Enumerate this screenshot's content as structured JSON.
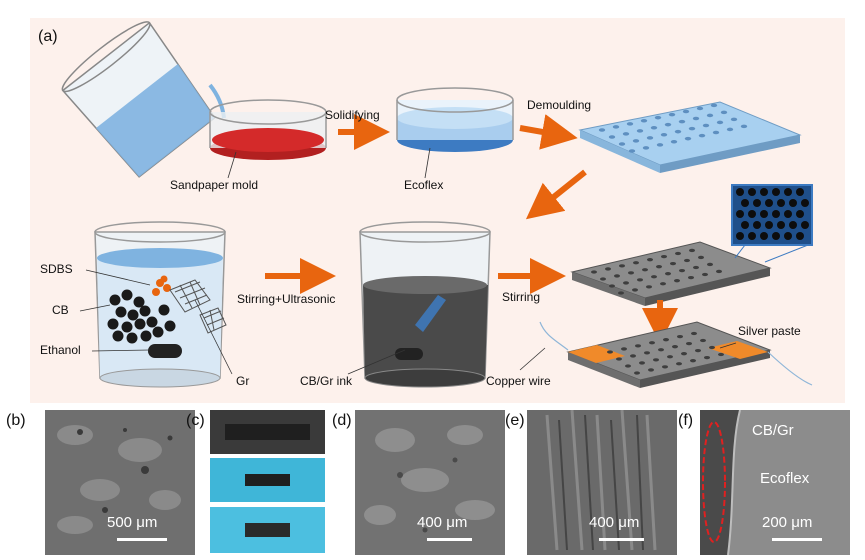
{
  "panel_labels": {
    "a": "(a)",
    "b": "(b)",
    "c": "(c)",
    "d": "(d)",
    "e": "(e)",
    "f": "(f)"
  },
  "labels": {
    "sandpaper_mold": "Sandpaper mold",
    "solidifying": "Solidifying",
    "ecoflex": "Ecoflex",
    "demoulding": "Demoulding",
    "sdbs": "SDBS",
    "cb": "CB",
    "ethanol": "Ethanol",
    "gr": "Gr",
    "stirring_ultrasonic": "Stirring+Ultrasonic",
    "cb_gr_ink": "CB/Gr ink",
    "stirring": "Stirring",
    "copper_wire": "Copper wire",
    "silver_paste": "Silver paste"
  },
  "micrographs": {
    "b": {
      "scale": "500 μm"
    },
    "d": {
      "scale": "400 μm"
    },
    "e": {
      "scale": "400 μm"
    },
    "f": {
      "scale": "200 μm",
      "cb_gr": "CB/Gr",
      "ecoflex": "Ecoflex"
    }
  },
  "colors": {
    "arrow": "#e8650f",
    "background": "#fdf1ec",
    "water": "#7fb3e0",
    "sandpaper": "#d42a2a",
    "ecoflex_base": "#3d7bc2",
    "sheet": "#a8d0f0",
    "ink": "#4a4a4a",
    "silver": "#f08a2a"
  }
}
